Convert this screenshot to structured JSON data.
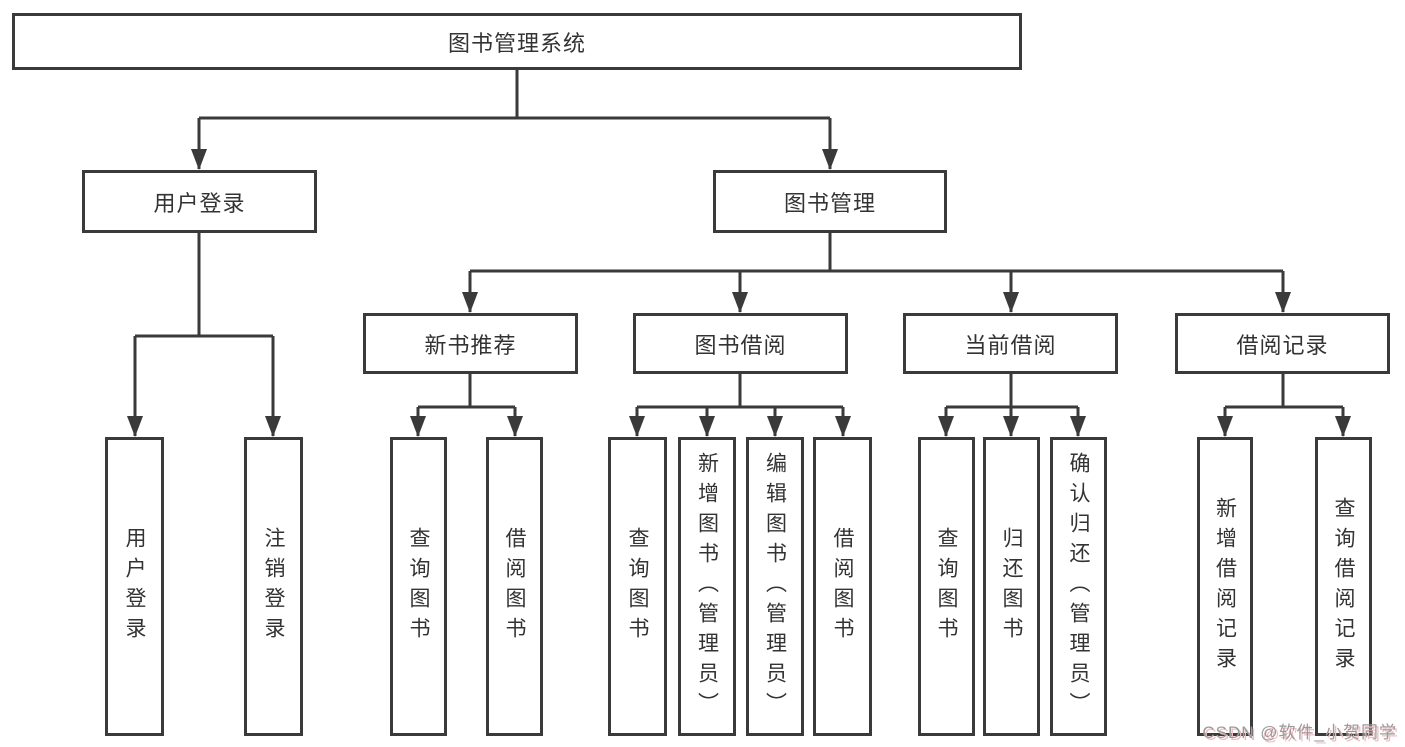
{
  "diagram": {
    "root": {
      "label": "图书管理系统",
      "children": [
        {
          "label": "用户登录",
          "children": [
            {
              "label": "用户登录"
            },
            {
              "label": "注销登录"
            }
          ]
        },
        {
          "label": "图书管理",
          "children": [
            {
              "label": "新书推荐",
              "children": [
                {
                  "label": "查询图书"
                },
                {
                  "label": "借阅图书"
                }
              ]
            },
            {
              "label": "图书借阅",
              "children": [
                {
                  "label": "查询图书"
                },
                {
                  "label": "新增图书（管理员）"
                },
                {
                  "label": "编辑图书（管理员）"
                },
                {
                  "label": "借阅图书"
                }
              ]
            },
            {
              "label": "当前借阅",
              "children": [
                {
                  "label": "查询图书"
                },
                {
                  "label": "归还图书"
                },
                {
                  "label": "确认归还（管理员）"
                }
              ]
            },
            {
              "label": "借阅记录",
              "children": [
                {
                  "label": "新增借阅记录"
                },
                {
                  "label": "查询借阅记录"
                }
              ]
            }
          ]
        }
      ]
    }
  },
  "watermark": {
    "text": "CSDN @软件_小贺同学"
  },
  "colors": {
    "line": "#3a3a3a",
    "box_border": "#3a3a3a",
    "text": "#333333",
    "background": "#ffffff",
    "watermark_gray": "#9a9a9a",
    "watermark_shadow": "#f0bcc2"
  }
}
